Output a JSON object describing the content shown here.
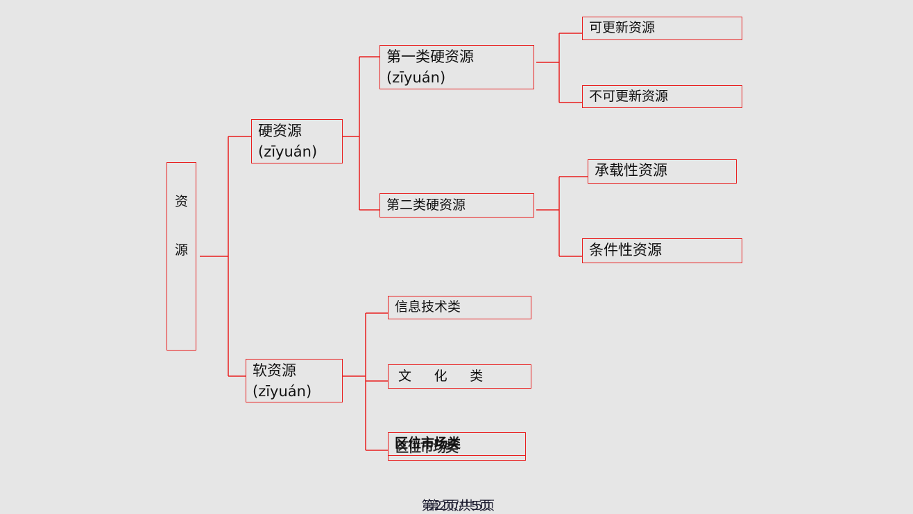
{
  "diagram": {
    "root": {
      "char1": "资",
      "char2": "源"
    },
    "hard": {
      "line1": "硬资源",
      "line2": "(zīyuán)"
    },
    "soft": {
      "line1": "软资源",
      "line2": "(zīyuán)"
    },
    "hard_type1": {
      "line1": "第一类硬资源",
      "line2": "(zīyuán)"
    },
    "hard_type2": "第二类硬资源",
    "renewable": "可更新资源",
    "nonrenewable": "不可更新资源",
    "carrying": "承载性资源",
    "conditional": "条件性资源",
    "info_tech": "信息技术类",
    "culture": "文 化 类",
    "location": "区位市场类",
    "location_overlap": "区位市场类"
  },
  "footer": {
    "page": "第2页/共5页",
    "page_overlap": "第2页/共5页"
  },
  "colors": {
    "line": "#e81e1e",
    "background": "#e6e6e6"
  }
}
